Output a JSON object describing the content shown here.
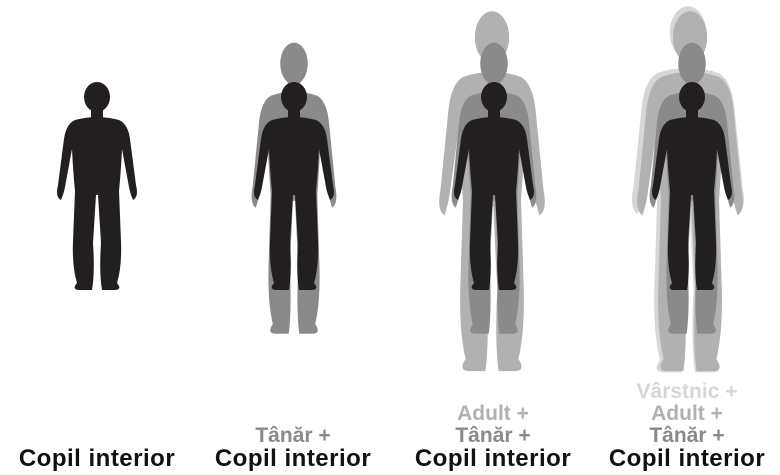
{
  "colors": {
    "child": "#231f20",
    "teen": "#8a8a8a",
    "adult": "#b1b1b1",
    "elder": "#d6d6d6"
  },
  "panels": [
    {
      "lines": [
        "Copil interior"
      ]
    },
    {
      "lines": [
        "Tânăr +",
        "Copil interior"
      ]
    },
    {
      "lines": [
        "Adult +",
        "Tânăr +",
        "Copil interior"
      ]
    },
    {
      "lines": [
        "Vârstnic +",
        "Adult +",
        "Tânăr +",
        "Copil interior"
      ]
    }
  ]
}
